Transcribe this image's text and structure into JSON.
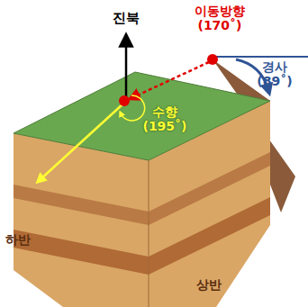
{
  "diagram": {
    "labels": [
      "진북",
      "이동방향 (170˚)",
      "경사 (89˚)",
      "수향 (195˚)",
      "하반",
      "상반"
    ]
  }
}
